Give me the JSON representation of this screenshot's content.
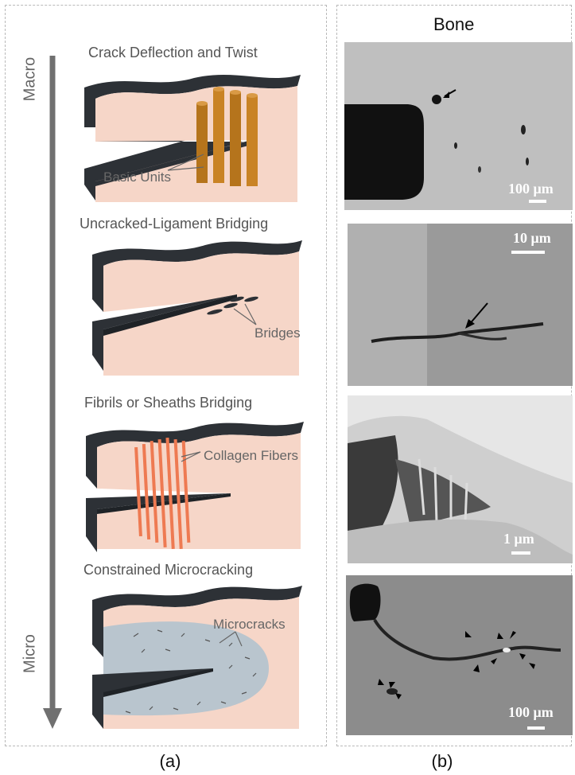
{
  "panel_a": {
    "caption": "(a)",
    "axis_top": "Macro",
    "axis_bottom": "Micro",
    "stages": [
      {
        "title": "Crack Deflection and Twist",
        "annotation": "Basic Units"
      },
      {
        "title": "Uncracked-Ligament Bridging",
        "annotation": "Bridges"
      },
      {
        "title": "Fibrils or Sheaths Bridging",
        "annotation": "Collagen Fibers"
      },
      {
        "title": "Constrained Microcracking",
        "annotation": "Microcracks"
      }
    ]
  },
  "panel_b": {
    "caption": "(b)",
    "title": "Bone",
    "scale_bars": [
      "100 μm",
      "10 μm",
      "1 μm",
      "100 μm"
    ]
  },
  "colors": {
    "block_face": "#f6d6c8",
    "block_edge": "#2d3136",
    "rod": "#b5741c",
    "fiber": "#ee7a52",
    "process_zone": "#b9c5ce",
    "arrow": "#707070"
  }
}
